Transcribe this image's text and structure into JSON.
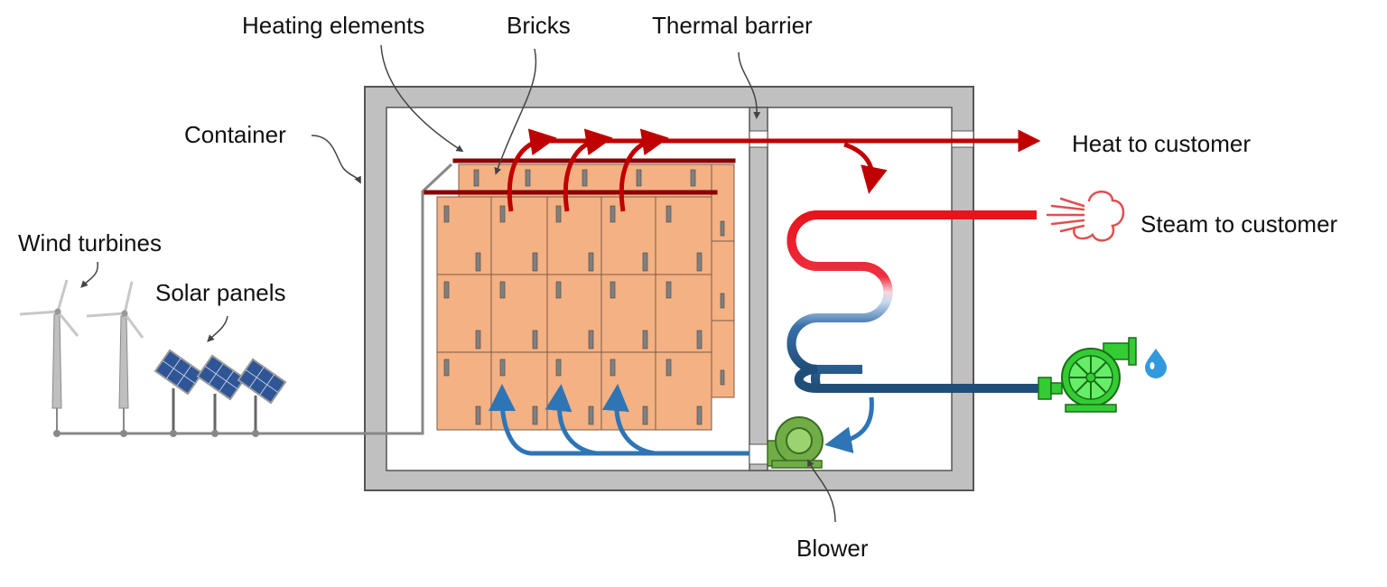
{
  "labels": {
    "heating_elements": "Heating elements",
    "bricks": "Bricks",
    "thermal_barrier": "Thermal barrier",
    "container": "Container",
    "heat_to_customer": "Heat to customer",
    "steam_to_customer": "Steam to customer",
    "wind_turbines": "Wind turbines",
    "solar_panels": "Solar panels",
    "blower": "Blower"
  },
  "colors": {
    "container_gray": "#c0c0c0",
    "outline": "#555555",
    "brick": "#f4b183",
    "hot_red": "#c00000",
    "bright_red": "#e8141c",
    "cold_blue": "#1f4e79",
    "air_blue": "#2e75b6",
    "blower_green": "#70ad47",
    "pump_green": "#33cc33",
    "solar_blue": "#2f5597",
    "water_drop": "#3399dd"
  },
  "icons": [
    "wind-turbine-icon",
    "solar-panel-icon",
    "blower-icon",
    "pump-icon",
    "steam-cloud-icon",
    "water-drop-icon"
  ]
}
